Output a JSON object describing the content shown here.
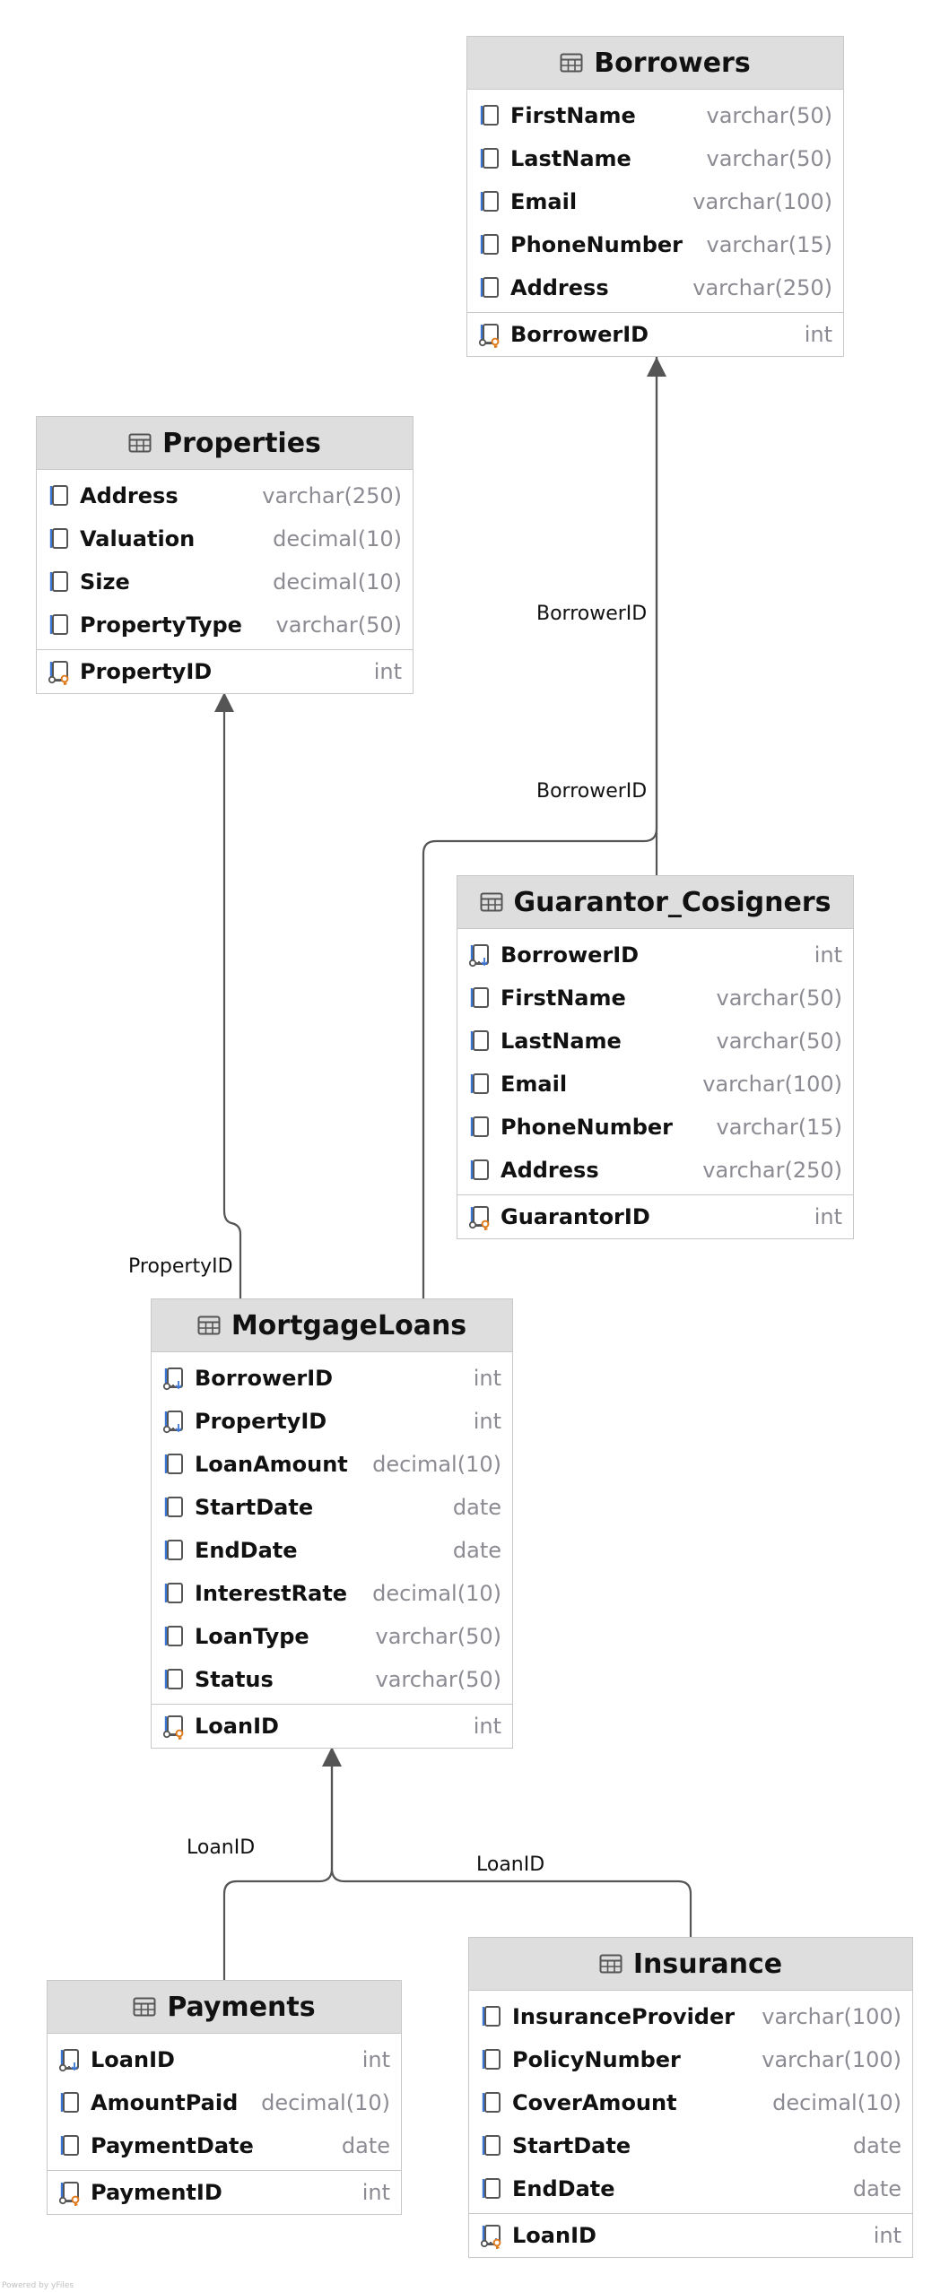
{
  "tables": [
    {
      "id": "borrowers",
      "name": "Borrowers",
      "columns": [
        {
          "name": "FirstName",
          "type": "varchar(50)",
          "key": ""
        },
        {
          "name": "LastName",
          "type": "varchar(50)",
          "key": ""
        },
        {
          "name": "Email",
          "type": "varchar(100)",
          "key": ""
        },
        {
          "name": "PhoneNumber",
          "type": "varchar(15)",
          "key": ""
        }
      ],
      "columns_extra": [
        {
          "name": "Address",
          "type": "varchar(250)",
          "key": ""
        }
      ],
      "pk": {
        "name": "BorrowerID",
        "type": "int",
        "key": "pk"
      }
    },
    {
      "id": "properties",
      "name": "Properties",
      "columns": [
        {
          "name": "Address",
          "type": "varchar(250)",
          "key": ""
        },
        {
          "name": "Valuation",
          "type": "decimal(10)",
          "key": ""
        },
        {
          "name": "Size",
          "type": "decimal(10)",
          "key": ""
        },
        {
          "name": "PropertyType",
          "type": "varchar(50)",
          "key": ""
        }
      ],
      "pk": {
        "name": "PropertyID",
        "type": "int",
        "key": "pk"
      }
    },
    {
      "id": "guarantor",
      "name": "Guarantor_Cosigners",
      "columns": [
        {
          "name": "BorrowerID",
          "type": "int",
          "key": "fk"
        },
        {
          "name": "FirstName",
          "type": "varchar(50)",
          "key": ""
        },
        {
          "name": "LastName",
          "type": "varchar(50)",
          "key": ""
        },
        {
          "name": "Email",
          "type": "varchar(100)",
          "key": ""
        },
        {
          "name": "PhoneNumber",
          "type": "varchar(15)",
          "key": ""
        },
        {
          "name": "Address",
          "type": "varchar(250)",
          "key": ""
        }
      ],
      "pk": {
        "name": "GuarantorID",
        "type": "int",
        "key": "pk"
      }
    },
    {
      "id": "mortgage",
      "name": "MortgageLoans",
      "columns": [
        {
          "name": "BorrowerID",
          "type": "int",
          "key": "fk"
        },
        {
          "name": "PropertyID",
          "type": "int",
          "key": "fk"
        },
        {
          "name": "LoanAmount",
          "type": "decimal(10)",
          "key": ""
        },
        {
          "name": "StartDate",
          "type": "date",
          "key": ""
        },
        {
          "name": "EndDate",
          "type": "date",
          "key": ""
        },
        {
          "name": "InterestRate",
          "type": "decimal(10)",
          "key": ""
        },
        {
          "name": "LoanType",
          "type": "varchar(50)",
          "key": ""
        },
        {
          "name": "Status",
          "type": "varchar(50)",
          "key": ""
        }
      ],
      "pk": {
        "name": "LoanID",
        "type": "int",
        "key": "pk"
      }
    },
    {
      "id": "payments",
      "name": "Payments",
      "columns": [
        {
          "name": "LoanID",
          "type": "int",
          "key": "fk"
        },
        {
          "name": "AmountPaid",
          "type": "decimal(10)",
          "key": ""
        },
        {
          "name": "PaymentDate",
          "type": "date",
          "key": ""
        }
      ],
      "pk": {
        "name": "PaymentID",
        "type": "int",
        "key": "pk"
      }
    },
    {
      "id": "insurance",
      "name": "Insurance",
      "columns": [
        {
          "name": "InsuranceProvider",
          "type": "varchar(100)",
          "key": ""
        },
        {
          "name": "PolicyNumber",
          "type": "varchar(100)",
          "key": ""
        },
        {
          "name": "CoverAmount",
          "type": "decimal(10)",
          "key": ""
        },
        {
          "name": "StartDate",
          "type": "date",
          "key": ""
        },
        {
          "name": "EndDate",
          "type": "date",
          "key": ""
        }
      ],
      "pk": {
        "name": "LoanID",
        "type": "int",
        "key": "pkfk"
      }
    }
  ],
  "relationships": [
    {
      "from": "guarantor",
      "to": "borrowers",
      "label": "BorrowerID"
    },
    {
      "from": "mortgage",
      "to": "borrowers",
      "label": "BorrowerID"
    },
    {
      "from": "mortgage",
      "to": "properties",
      "label": "PropertyID"
    },
    {
      "from": "payments",
      "to": "mortgage",
      "label": "LoanID"
    },
    {
      "from": "insurance",
      "to": "mortgage",
      "label": "LoanID"
    }
  ],
  "footer": "Powered by yFiles",
  "colors": {
    "icon_blue": "#3b76d4",
    "icon_orange": "#e07b1e",
    "line": "#555555",
    "header_bg": "#dedede"
  }
}
